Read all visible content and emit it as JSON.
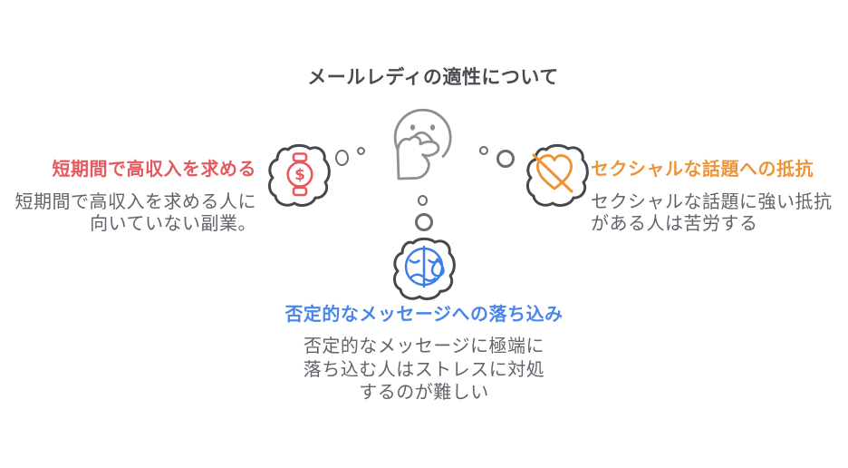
{
  "title": "メールレディの適性について",
  "center_icon": "thinking-face-icon",
  "topics": {
    "short_term": {
      "heading": "短期間で高収入を求める",
      "body": "短期間で高収入を求める人に\n向いていない副業。",
      "icon": "dollar-watch-icon",
      "accent": "#E5595E"
    },
    "sexual_topics": {
      "heading": "セクシャルな話題への抵抗",
      "body": "セクシャルな話題に強い抵抗\nがある人は苦労する",
      "icon": "heart-slash-icon",
      "accent": "#ED9438"
    },
    "negative_messages": {
      "heading": "否定的なメッセージへの落ち込み",
      "body": "否定的なメッセージに極端に\n落ち込む人はストレスに対処\nするのが難しい",
      "icon": "sad-face-tear-icon",
      "accent": "#4A86E8"
    }
  },
  "icons": {
    "watch_symbol": "$"
  },
  "colors": {
    "title": "#4B4B52",
    "body": "#63636B",
    "red": "#E5595E",
    "orange": "#ED9438",
    "blue": "#4A86E8",
    "iconblue": "#3D7EE8",
    "bubble": "#47474F",
    "face": "#8F8F8F",
    "dot": "#6B6B73"
  }
}
